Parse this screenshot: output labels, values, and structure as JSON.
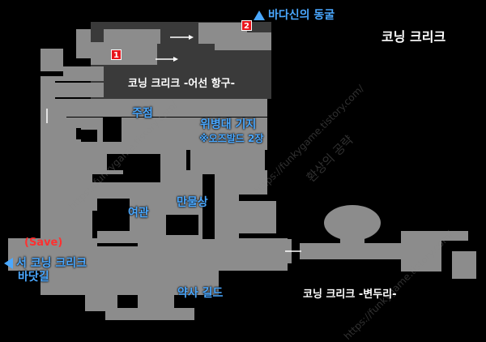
{
  "region_title": "코닝 크리크",
  "labels": {
    "cave": "바다신의 동굴",
    "harbor": "코닝 크리크 -어선 항구-",
    "tavern": "주점",
    "guard_base": "위병대 기지",
    "guard_base_note": "※오즈발드 2장",
    "general_store": "만물상",
    "inn": "여관",
    "save": "(Save)",
    "west_exit_line1": "서 코닝 크리크",
    "west_exit_line2": "바닷길",
    "pharmacist_guild": "약사 길드",
    "outskirts": "코닝 크리크 -변두리-"
  },
  "markers": [
    "1",
    "2"
  ],
  "watermarks": [
    "환상의 공략",
    "https://funkygame.tistory.com/"
  ],
  "icons": [
    "up-triangle-icon",
    "left-triangle-icon",
    "arrow-right-icon"
  ],
  "colors": {
    "background": "#000000",
    "floor": "#8c8c8c",
    "harbor_area": "#3a3a3a",
    "label_blue": "#4aa8ff",
    "label_white": "#ffffff",
    "label_red": "#ff3030",
    "marker": "#e8141c"
  }
}
